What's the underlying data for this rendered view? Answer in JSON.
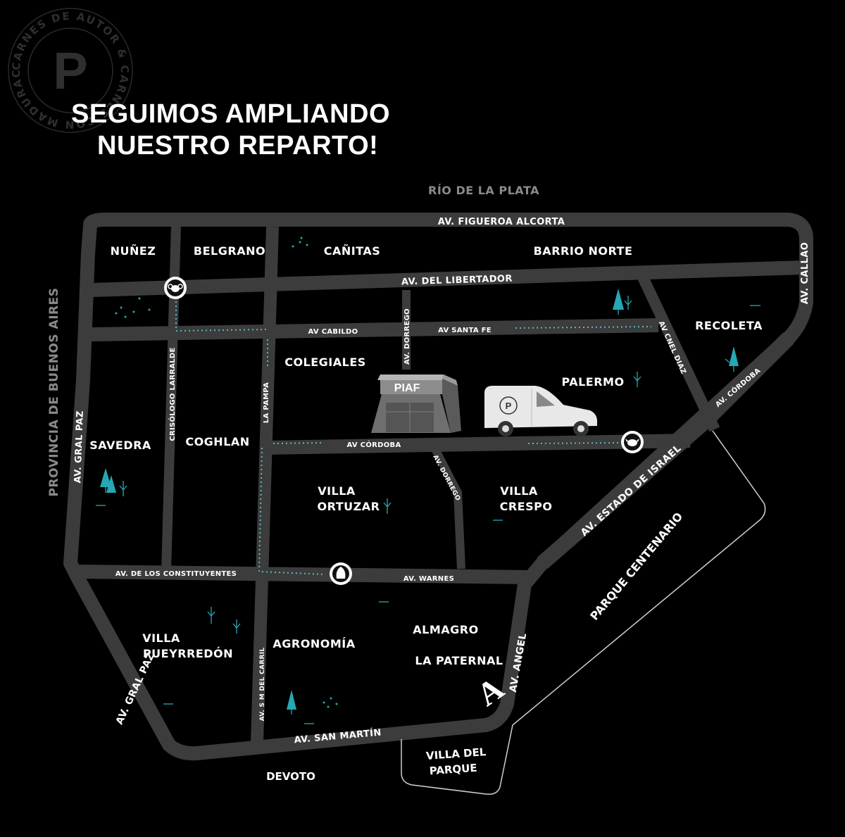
{
  "heading": {
    "line1": "SEGUIMOS AMPLIANDO",
    "line2": "NUESTRO REPARTO!"
  },
  "seal": {
    "text": "CARNES DE AUTOR & CARNES CON MADURACIÓN ·",
    "letter": "P"
  },
  "building": {
    "label": "PIAF"
  },
  "arrival_marker": {
    "letter": "A"
  },
  "outer_labels": {
    "river": "RÍO DE LA PLATA",
    "province": "PROVINCIA DE BUENOS AIRES",
    "devoto": "DEVOTO",
    "villa_del_parque_1": "VILLA DEL",
    "villa_del_parque_2": "PARQUE",
    "parque_centenario": "PARQUE CENTENARIO"
  },
  "neighborhoods": {
    "nunez": "NUÑEZ",
    "belgrano": "BELGRANO",
    "canitas": "CAÑITAS",
    "barrio_norte": "BARRIO NORTE",
    "recoleta": "RECOLETA",
    "colegiales": "COLEGIALES",
    "palermo": "PALERMO",
    "savedra": "SAVEDRA",
    "coghlan": "COGHLAN",
    "villa_ortuzar_1": "VILLA",
    "villa_ortuzar_2": "ORTUZAR",
    "villa_crespo_1": "VILLA",
    "villa_crespo_2": "CRESPO",
    "villa_pueyrredon_1": "VILLA",
    "villa_pueyrredon_2": "PUEYRREDÓN",
    "agronomia": "AGRONOMÍA",
    "almagro": "ALMAGRO",
    "la_paternal": "LA PATERNAL"
  },
  "streets": {
    "figueroa_alcorta": "AV. FIGUEROA ALCORTA",
    "libertador": "AV. DEL LIBERTADOR",
    "callao": "AV. CALLAO",
    "cabildo": "AV CABILDO",
    "santa_fe": "AV SANTA FE",
    "dorrego_top": "AV. DORREGO",
    "cnel_diaz": "AV CNEL DIAZ",
    "cordoba_diag": "AV. CÓRDOBA",
    "cordoba": "AV CÓRDOBA",
    "dorrego_bottom": "AV. DORREGO",
    "estado_israel": "AV. ESTADO DE ISRAEL",
    "crisologo": "CRISÓLOGO LARRALDE",
    "la_pampa": "LA PAMPA",
    "gral_paz_left": "AV. GRAL PAZ",
    "constituyentes": "AV. DE LOS CONSTITUYENTES",
    "warnes": "AV. WARNES",
    "angel": "AV. ANGEL",
    "del_carril": "AV. S M DEL CARRIL",
    "gral_paz_bottom": "AV. GRAL PAZ",
    "san_martin": "AV. SAN MARTÍN"
  },
  "icons": {
    "shop_markers": [
      "ram-icon",
      "cow-icon",
      "chicken-icon"
    ],
    "delivery": "delivery-van-icon",
    "decor": "tree-icon"
  },
  "colors": {
    "background": "#000000",
    "road": "#3c3c3c",
    "route": "#5fb6c4",
    "tree": "#26a8b4"
  }
}
